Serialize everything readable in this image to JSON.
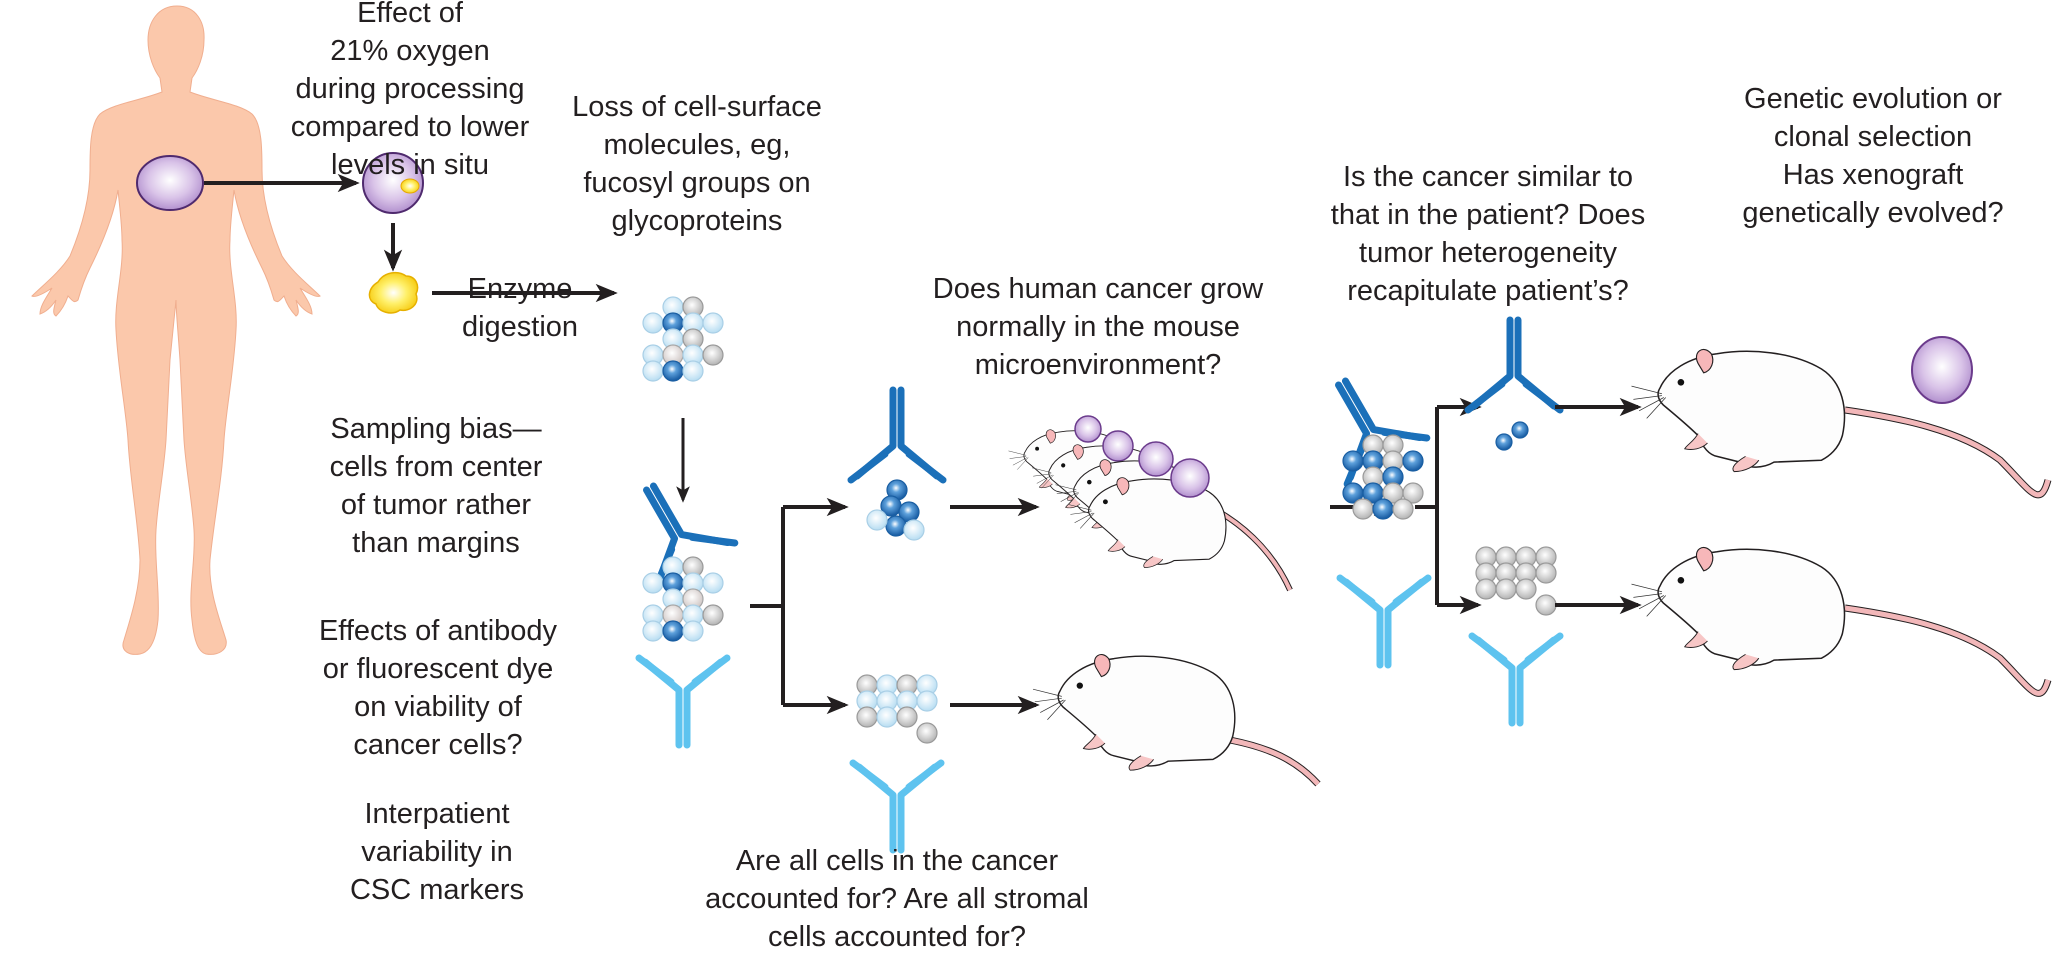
{
  "colors": {
    "skin": "#fbc8ab",
    "tumor_fill": "#c8a8dd",
    "tumor_stroke": "#5a2a7a",
    "antibody_dark": "#1b70b9",
    "antibody_light": "#5ec3ef",
    "cell_dark": "#2a6fb8",
    "cell_light": "#cfe8f6",
    "cell_gray": "#c9c9c9",
    "arrow": "#231f20",
    "mouse_body": "#ffffff",
    "mouse_tail": "#f2b7b9",
    "debris": "#ffe13a"
  },
  "labels": {
    "oxygen": [
      "Effect of",
      "21% oxygen",
      "during processing",
      "compared to lower",
      "levels in situ"
    ],
    "surface": [
      "Loss of cell-surface",
      "molecules, eg,",
      "fucosyl groups on",
      "glycoproteins"
    ],
    "enzyme": [
      "Enzyme",
      "digestion"
    ],
    "sampling": [
      "Sampling bias—",
      "cells from center",
      "of tumor rather",
      "than margins"
    ],
    "antibody_effects": [
      "Effects of antibody",
      "or fluorescent dye",
      "on viability of",
      "cancer cells?"
    ],
    "interpatient": [
      "Interpatient",
      "variability in",
      "CSC markers"
    ],
    "microenvironment": [
      "Does human cancer grow",
      "normally in the mouse",
      "microenvironment?"
    ],
    "accounted": [
      "Are all cells in the cancer",
      "accounted for? Are all stromal",
      "cells accounted for?"
    ],
    "similar": [
      "Is the cancer similar to",
      "that in the patient? Does",
      "tumor heterogeneity",
      "recapitulate patient’s?"
    ],
    "genetic": [
      "Genetic evolution or",
      "clonal selection",
      "Has xenograft",
      "genetically evolved?"
    ]
  },
  "clusters": {
    "digested": [
      [
        "l",
        "g"
      ],
      [
        "l",
        "d",
        "l",
        "l"
      ],
      [
        "l",
        "g"
      ],
      [
        "l",
        "m",
        "l",
        "g"
      ],
      [
        "l",
        "d",
        "l"
      ]
    ],
    "sorted_mixed": [
      [
        "l",
        "g"
      ],
      [
        "l",
        "d",
        "l",
        "l"
      ],
      [
        "l",
        "m"
      ],
      [
        "l",
        "m",
        "l",
        "g"
      ],
      [
        "l",
        "d",
        "l"
      ]
    ],
    "cancer_enriched": [
      "d",
      "d",
      "d",
      "d",
      "l",
      "l"
    ],
    "stromal_mixed": [
      [
        "g",
        "l",
        "g",
        "l"
      ],
      [
        "l",
        "l",
        "l",
        "l"
      ],
      [
        "g",
        "l",
        "g"
      ],
      [
        "g"
      ]
    ],
    "xenograft_mixed": [
      [
        "g",
        "g"
      ],
      [
        "d",
        "d",
        "g",
        "d"
      ],
      [
        "g",
        "d"
      ],
      [
        "d",
        "d",
        "g",
        "g"
      ],
      [
        "g",
        "d",
        "g"
      ]
    ],
    "xenograft_cancer": [
      "d",
      "d"
    ],
    "xenograft_stromal": [
      [
        "g",
        "g",
        "g",
        "g"
      ],
      [
        "g",
        "g",
        "g",
        "g"
      ],
      [
        "g",
        "g",
        "g"
      ],
      [
        "g"
      ]
    ]
  },
  "mice": {
    "first_passage_tumor_count": 4,
    "first_passage_control_count": 1,
    "second_passage_tumor_count": 1,
    "second_passage_control_count": 1
  }
}
